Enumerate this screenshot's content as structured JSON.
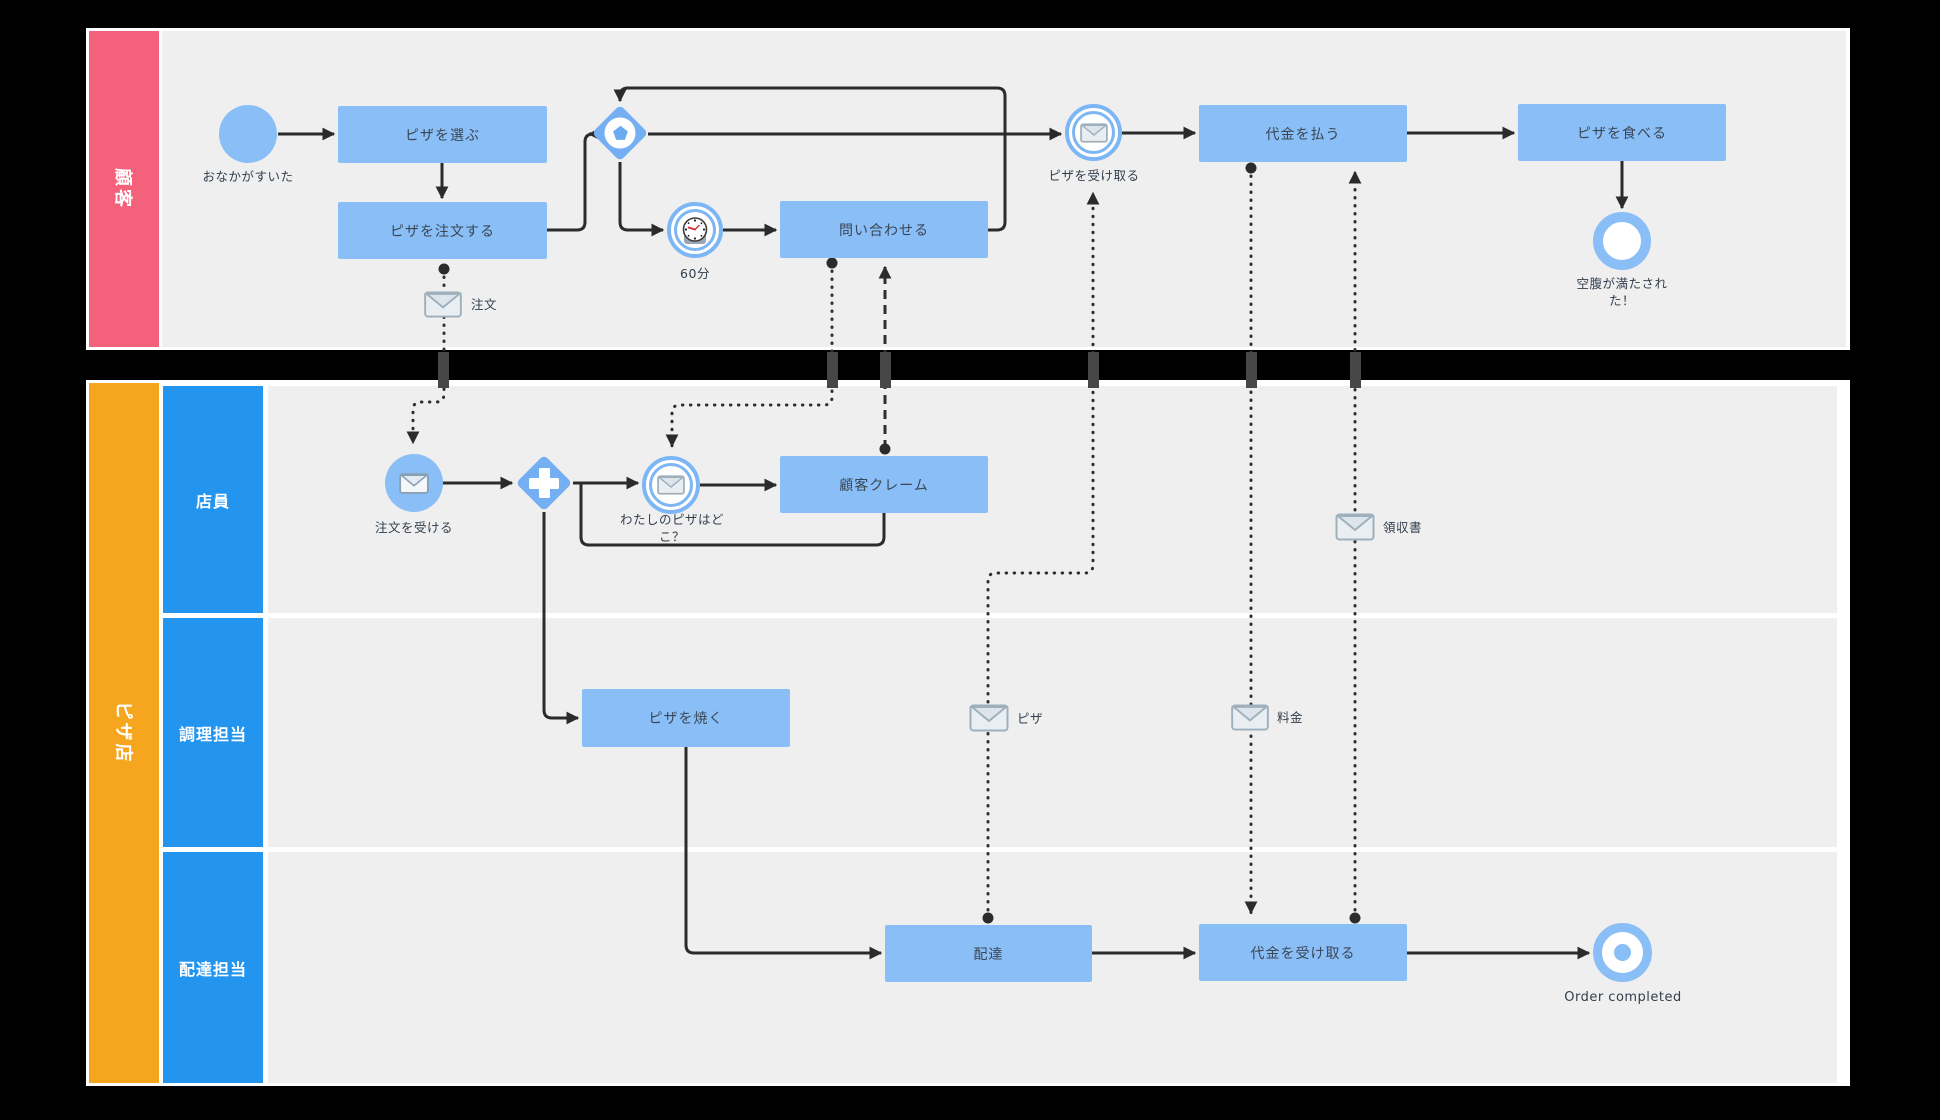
{
  "pools": {
    "customer": {
      "label": "顧客"
    },
    "pizza_shop": {
      "label": "ピザ店",
      "lanes": [
        {
          "label": "店員"
        },
        {
          "label": "調理担当"
        },
        {
          "label": "配達担当"
        }
      ]
    }
  },
  "nodes": {
    "hungry": {
      "label": "おなかがすいた",
      "type": "start-event"
    },
    "choose_pizza": {
      "label": "ピザを選ぶ",
      "type": "task"
    },
    "order_pizza": {
      "label": "ピザを注文する",
      "type": "task"
    },
    "event_gateway": {
      "type": "event-based-gateway"
    },
    "timer_60": {
      "label": "60分",
      "type": "timer-event"
    },
    "inquire": {
      "label": "問い合わせる",
      "type": "task"
    },
    "receive_pizza": {
      "label": "ピザを受け取る",
      "type": "message-catch-event"
    },
    "pay": {
      "label": "代金を払う",
      "type": "task"
    },
    "eat_pizza": {
      "label": "ピザを食べる",
      "type": "task"
    },
    "satisfied": {
      "label": "空腹が満たされた！",
      "type": "end-event"
    },
    "receive_order": {
      "label": "注文を受ける",
      "type": "message-start-event"
    },
    "parallel_gateway": {
      "type": "parallel-gateway"
    },
    "where_is_my_pizza": {
      "label": "わたしのピザはどこ？",
      "type": "message-catch-event"
    },
    "customer_complaint": {
      "label": "顧客クレーム",
      "type": "task"
    },
    "bake_pizza": {
      "label": "ピザを焼く",
      "type": "task"
    },
    "deliver": {
      "label": "配達",
      "type": "task"
    },
    "receive_payment": {
      "label": "代金を受け取る",
      "type": "task"
    },
    "order_completed": {
      "label": "Order completed",
      "type": "end-event"
    }
  },
  "messages": {
    "order": {
      "label": "注文"
    },
    "pizza": {
      "label": "ピザ"
    },
    "fee": {
      "label": "料金"
    },
    "receipt": {
      "label": "領収書"
    }
  },
  "colors": {
    "customer_pool": "#f4617b",
    "shop_pool": "#f6a51f",
    "lane_bar": "#2395ef",
    "task_fill": "#8abef7",
    "gateway_fill": "#74aff3",
    "event_ring": "#7db6f5",
    "flow_line": "#2b2b2b",
    "canvas": "#efefef",
    "background": "#000000"
  }
}
